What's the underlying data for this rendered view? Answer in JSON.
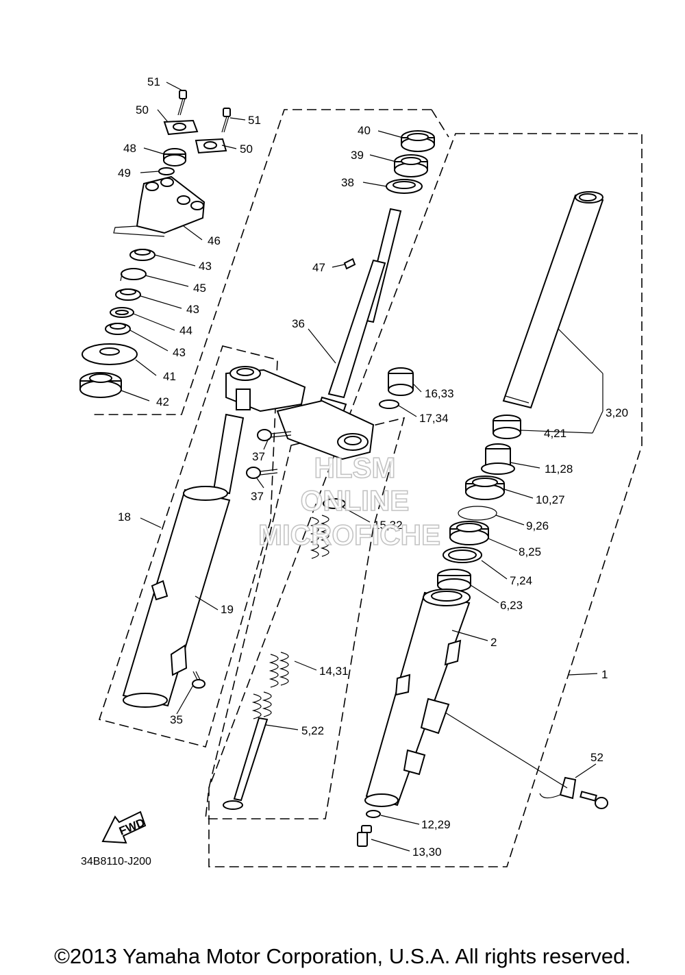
{
  "diagram": {
    "drawing_code": "34B8110-J200",
    "fwd_label": "FWD",
    "watermark": [
      "HLSM",
      "ONLINE",
      "MICROFICHE"
    ],
    "callouts": {
      "c1": "1",
      "c2": "2",
      "c3": "3,20",
      "c4": "4,21",
      "c5": "5,22",
      "c6": "6,23",
      "c7": "7,24",
      "c8": "8,25",
      "c9": "9,26",
      "c10": "10,27",
      "c11": "11,28",
      "c12": "12,29",
      "c13": "13,30",
      "c14": "14,31",
      "c15": "15,32",
      "c16": "16,33",
      "c17": "17,34",
      "c18": "18",
      "c19": "19",
      "c35": "35",
      "c36": "36",
      "c37a": "37",
      "c37b": "37",
      "c38": "38",
      "c39": "39",
      "c40": "40",
      "c41": "41",
      "c42": "42",
      "c43a": "43",
      "c43b": "43",
      "c43c": "43",
      "c44": "44",
      "c45": "45",
      "c46": "46",
      "c47": "47",
      "c48": "48",
      "c49": "49",
      "c50a": "50",
      "c50b": "50",
      "c51a": "51",
      "c51b": "51",
      "c52": "52"
    }
  },
  "footer": {
    "copyright": "©2013 Yamaha Motor Corporation, U.S.A. All rights reserved."
  }
}
